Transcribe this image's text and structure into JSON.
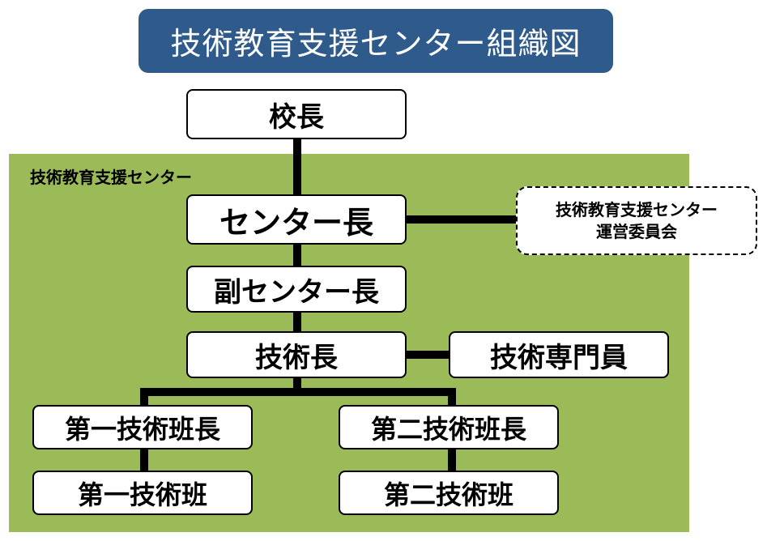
{
  "title": "技術教育支援センター組織図",
  "area_label": "技術教育支援センター",
  "nodes": {
    "principal": "校長",
    "center_director": "センター長",
    "vice_director": "副センター長",
    "chief_technician": "技術長",
    "technical_specialist": "技術専門員",
    "group1_leader": "第一技術班長",
    "group2_leader": "第二技術班長",
    "group1": "第一技術班",
    "group2": "第二技術班"
  },
  "committee": {
    "line1": "技術教育支援センター",
    "line2": "運営委員会"
  },
  "colors": {
    "banner": "#2f5a8c",
    "center_area": "#9bbb59",
    "box_fill": "#ffffff",
    "line": "#000000"
  }
}
